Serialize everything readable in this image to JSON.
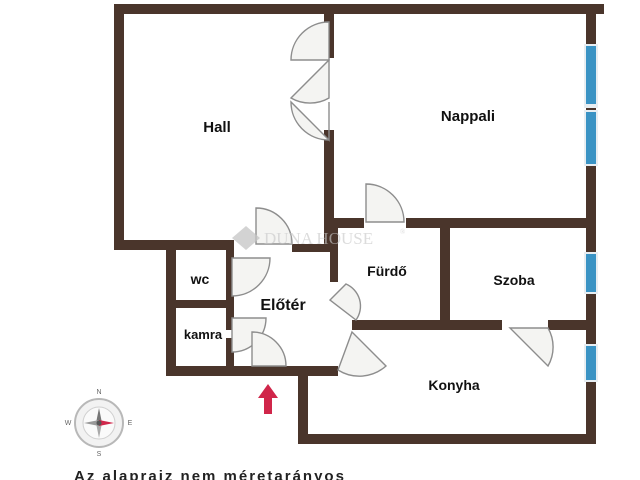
{
  "rooms": {
    "hall": "Hall",
    "nappali": "Nappali",
    "wc": "wc",
    "eloter": "Előtér",
    "furdo": "Fürdő",
    "szoba": "Szoba",
    "kamra": "kamra",
    "konyha": "Konyha"
  },
  "watermark": {
    "brand": "DUNA HOUSE",
    "mark": "®"
  },
  "compass": {
    "n": "N",
    "e": "E",
    "s": "S",
    "w": "W"
  },
  "entrance_arrow_color": "#d0264a",
  "wall_color": "#4a352b",
  "window_color": "#3a93c4",
  "caption": "Az alaprajz nem méretarányos"
}
